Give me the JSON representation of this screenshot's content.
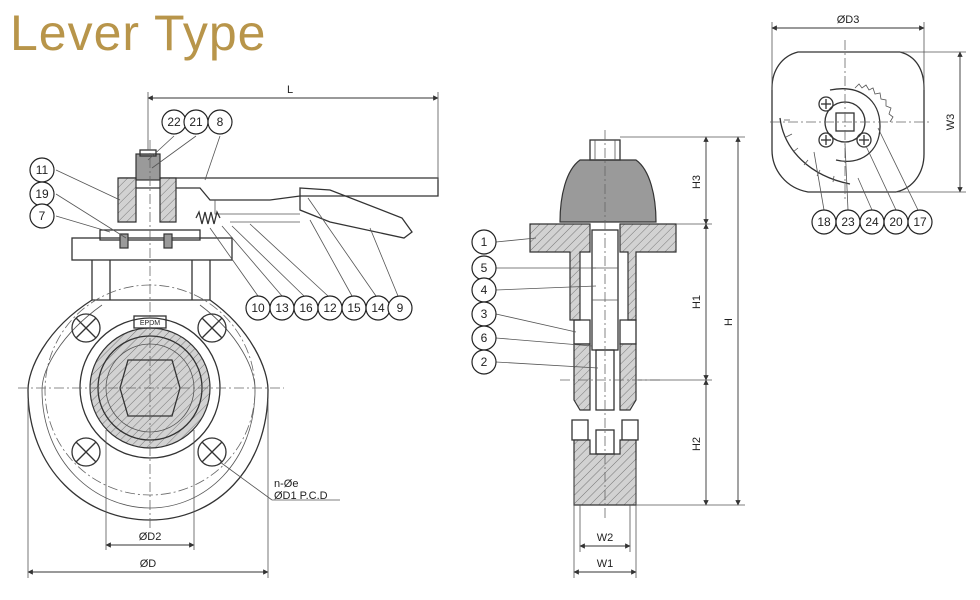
{
  "title": "Lever Type",
  "dimensions": {
    "L": "L",
    "D": "ØD",
    "D2": "ØD2",
    "D3": "ØD3",
    "W1": "W1",
    "W2": "W2",
    "W3": "W3",
    "H": "H",
    "H1": "H1",
    "H2": "H2",
    "H3": "H3",
    "ne": "n-Øe",
    "d1pcd": "ØD1 P.C.D"
  },
  "seat_label": "EPDM",
  "callouts": {
    "front": [
      "22",
      "21",
      "8",
      "11",
      "19",
      "7",
      "10",
      "13",
      "16",
      "12",
      "15",
      "14",
      "9"
    ],
    "section": [
      "1",
      "5",
      "4",
      "3",
      "6",
      "2"
    ],
    "top": [
      "18",
      "23",
      "24",
      "20",
      "17"
    ]
  }
}
